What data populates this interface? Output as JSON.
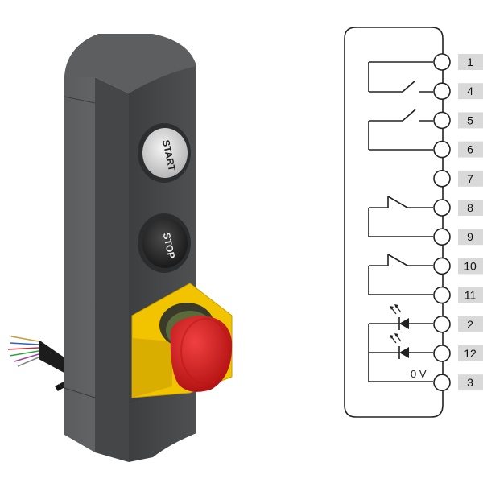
{
  "device": {
    "buttons": [
      {
        "label": "START"
      },
      {
        "label": "STOP"
      }
    ],
    "emergency_stop": {
      "cap_color": "#e02020",
      "collar_color": "#f2c400"
    },
    "housing_color": "#4a4c4e"
  },
  "schematic": {
    "pins": [
      {
        "label": "1"
      },
      {
        "label": "4"
      },
      {
        "label": "5"
      },
      {
        "label": "6"
      },
      {
        "label": "7"
      },
      {
        "label": "8"
      },
      {
        "label": "9"
      },
      {
        "label": "10"
      },
      {
        "label": "11"
      },
      {
        "label": "2"
      },
      {
        "label": "12"
      },
      {
        "label": "3"
      }
    ],
    "ground_label": "0 V",
    "label_bg_color": "#d9d9d9"
  }
}
